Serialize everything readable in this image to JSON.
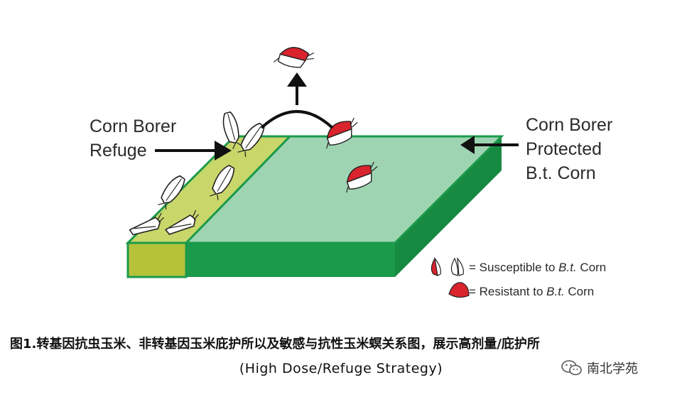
{
  "labels": {
    "refuge_line1": "Corn Borer",
    "refuge_line2": "Refuge",
    "protected_line1": "Corn Borer",
    "protected_line2": "Protected",
    "protected_line3": "B.t. Corn"
  },
  "legend": {
    "susceptible_prefix": "= Susceptible to ",
    "susceptible_italic": "B.t.",
    "susceptible_suffix": " Corn",
    "resistant_prefix": "= Resistant to ",
    "resistant_italic": "B.t.",
    "resistant_suffix": " Corn"
  },
  "caption": {
    "line1": "图1.转基因抗虫玉米、非转基因玉米庇护所以及敏感与抗性玉米螟关系图，展示高剂量/庇护所",
    "line2": "(High Dose/Refuge Strategy)"
  },
  "watermark": {
    "text": "南北学苑",
    "icon": "wechat-icon"
  },
  "colors": {
    "refuge_top": "#c8d66a",
    "refuge_front": "#b5c23a",
    "field_top": "#9fd4b2",
    "field_side": "#1a9a4a",
    "moth_red": "#d9232d",
    "moth_white": "#ffffff"
  }
}
